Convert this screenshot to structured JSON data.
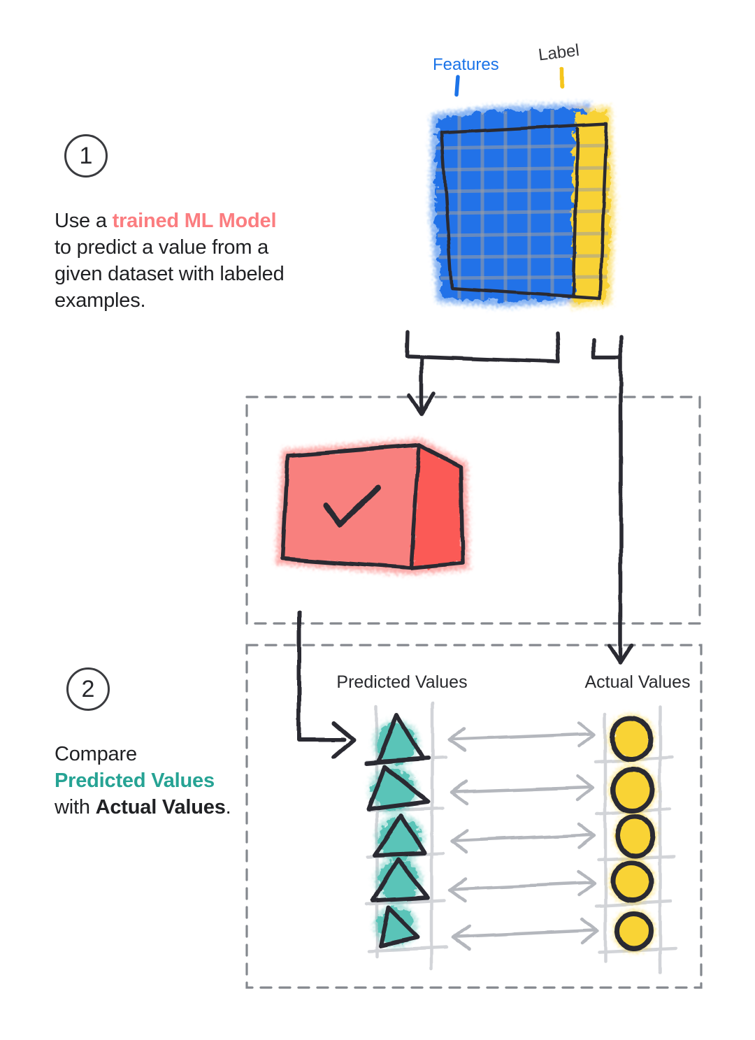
{
  "dataset": {
    "features_label": "Features",
    "label_label": "Label"
  },
  "steps": [
    {
      "badge": "1",
      "prefix": "Use a ",
      "highlight": "trained ML Model",
      "suffix": "to predict a value from a given dataset with labeled examples."
    },
    {
      "badge": "2",
      "prefix": "Compare",
      "highlight": "Predicted Values",
      "middle": "with ",
      "highlight2": "Actual Values",
      "suffix": "."
    }
  ],
  "comparison": {
    "predicted_header": "Predicted Values",
    "actual_header": "Actual Values",
    "predicted_rows": 5,
    "actual_rows": 5,
    "predicted_shape": "teal-triangle",
    "actual_shape": "yellow-circle"
  },
  "colors": {
    "features_text_blue": "#1a73e8",
    "dataset_blue": "#2372e8",
    "label_yellow": "#f8d235",
    "model_red_front": "#f8807e",
    "model_red_side": "#fb5a57",
    "predicted_teal": "#5ac4b8",
    "teal_text": "#26a394",
    "coral_text": "#fb7d80",
    "ink": "#2b2a30",
    "gridline_gray": "#9e9e9e",
    "ladder_gray": "#d2d4d8",
    "compare_arrow_gray": "#b4b7bd",
    "dashed_border_gray": "#84888e"
  }
}
